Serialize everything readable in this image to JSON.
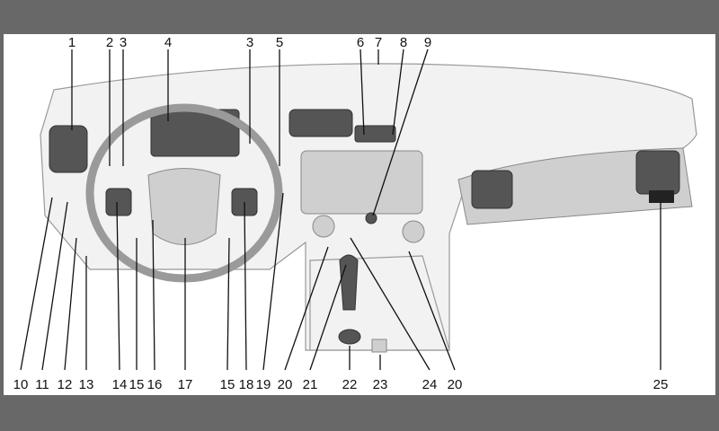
{
  "diagram": {
    "subject": "instrument-panel",
    "top_callouts": [
      "1",
      "2",
      "3",
      "4",
      "3",
      "5",
      "6",
      "7",
      "8",
      "9"
    ],
    "bottom_callouts": [
      "10",
      "11",
      "12",
      "13",
      "14",
      "15",
      "16",
      "17",
      "15",
      "18",
      "19",
      "20",
      "21",
      "22",
      "23",
      "24",
      "20",
      "25"
    ]
  }
}
